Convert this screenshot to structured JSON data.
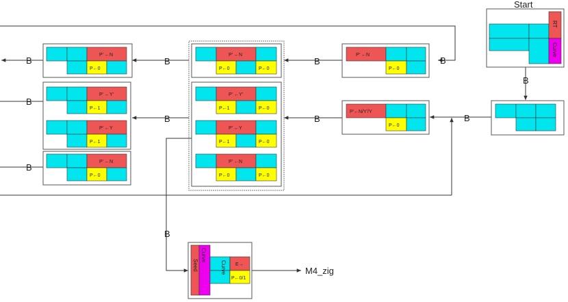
{
  "start_label": "Start",
  "end_label": "M4_zig",
  "edge_label": "B",
  "colors": {
    "cyan": "#00e5ee",
    "red": "#ee5555",
    "yellow": "#ffff00",
    "magenta": "#ee00ee",
    "line": "#333333",
    "frame": "#555555"
  },
  "labels": {
    "rt": "RT",
    "curve": "Curve",
    "seed": "Seed",
    "p_n": "P' ←N",
    "p_y1": "P' ←Y'",
    "p_y": "P' ←Y",
    "p_nyy": "P'←N/Y'/Y",
    "p0": "P←0",
    "p1": "P←1",
    "e_arrow": "E→",
    "p01": "P←0/1"
  }
}
